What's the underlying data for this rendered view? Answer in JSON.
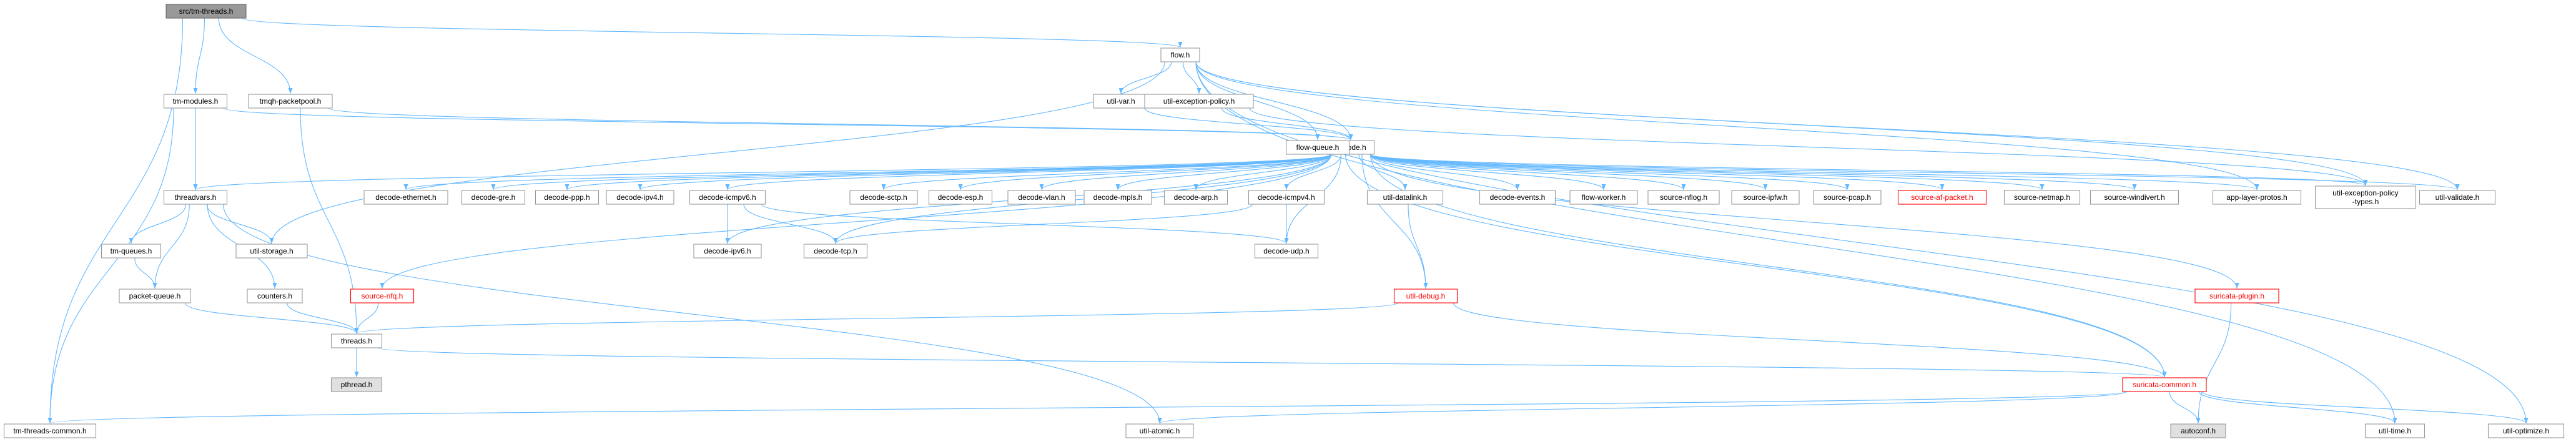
{
  "graph": {
    "colors": {
      "edge": "#63b8ff",
      "node_fill": "#ffffff",
      "node_stroke": "#999999",
      "node_text": "#000000",
      "highlight_fill": "#999999",
      "missing_stroke": "#ff0000",
      "missing_text": "#ff0000",
      "external_fill": "#e0e0e0"
    },
    "nodes": [
      {
        "id": "tm-threads",
        "label": "src/tm-threads.h",
        "kind": "root"
      },
      {
        "id": "flow",
        "label": "flow.h"
      },
      {
        "id": "tm-modules",
        "label": "tm-modules.h"
      },
      {
        "id": "tmqh-packetpool",
        "label": "tmqh-packetpool.h"
      },
      {
        "id": "util-var",
        "label": "util-var.h"
      },
      {
        "id": "util-exception-policy",
        "label": "util-exception-policy.h"
      },
      {
        "id": "decode",
        "label": "decode.h"
      },
      {
        "id": "flow-queue",
        "label": "flow-queue.h"
      },
      {
        "id": "threadvars",
        "label": "threadvars.h"
      },
      {
        "id": "decode-ethernet",
        "label": "decode-ethernet.h"
      },
      {
        "id": "decode-gre",
        "label": "decode-gre.h"
      },
      {
        "id": "decode-ppp",
        "label": "decode-ppp.h"
      },
      {
        "id": "decode-ipv4",
        "label": "decode-ipv4.h"
      },
      {
        "id": "decode-icmpv6",
        "label": "decode-icmpv6.h"
      },
      {
        "id": "decode-sctp",
        "label": "decode-sctp.h"
      },
      {
        "id": "decode-esp",
        "label": "decode-esp.h"
      },
      {
        "id": "decode-vlan",
        "label": "decode-vlan.h"
      },
      {
        "id": "decode-mpls",
        "label": "decode-mpls.h"
      },
      {
        "id": "decode-arp",
        "label": "decode-arp.h"
      },
      {
        "id": "decode-icmpv4",
        "label": "decode-icmpv4.h"
      },
      {
        "id": "util-datalink",
        "label": "util-datalink.h"
      },
      {
        "id": "decode-events",
        "label": "decode-events.h"
      },
      {
        "id": "flow-worker",
        "label": "flow-worker.h"
      },
      {
        "id": "source-nflog",
        "label": "source-nflog.h"
      },
      {
        "id": "source-ipfw",
        "label": "source-ipfw.h"
      },
      {
        "id": "source-pcap",
        "label": "source-pcap.h"
      },
      {
        "id": "source-af-packet",
        "label": "source-af-packet.h",
        "kind": "missing"
      },
      {
        "id": "source-netmap",
        "label": "source-netmap.h"
      },
      {
        "id": "source-windivert",
        "label": "source-windivert.h"
      },
      {
        "id": "app-layer-protos",
        "label": "app-layer-protos.h"
      },
      {
        "id": "util-exception-policy-types",
        "label": "util-exception-policy\n-types.h"
      },
      {
        "id": "util-validate",
        "label": "util-validate.h"
      },
      {
        "id": "tm-queues",
        "label": "tm-queues.h"
      },
      {
        "id": "util-storage",
        "label": "util-storage.h"
      },
      {
        "id": "decode-ipv6",
        "label": "decode-ipv6.h"
      },
      {
        "id": "decode-tcp",
        "label": "decode-tcp.h"
      },
      {
        "id": "decode-udp",
        "label": "decode-udp.h"
      },
      {
        "id": "packet-queue",
        "label": "packet-queue.h"
      },
      {
        "id": "counters",
        "label": "counters.h"
      },
      {
        "id": "source-nfq",
        "label": "source-nfq.h",
        "kind": "missing"
      },
      {
        "id": "util-debug",
        "label": "util-debug.h",
        "kind": "missing"
      },
      {
        "id": "suricata-plugin",
        "label": "suricata-plugin.h",
        "kind": "missing"
      },
      {
        "id": "threads",
        "label": "threads.h"
      },
      {
        "id": "pthread",
        "label": "pthread.h",
        "kind": "external"
      },
      {
        "id": "suricata-common",
        "label": "suricata-common.h",
        "kind": "missing"
      },
      {
        "id": "tm-threads-common",
        "label": "tm-threads-common.h"
      },
      {
        "id": "util-atomic",
        "label": "util-atomic.h"
      },
      {
        "id": "autoconf",
        "label": "autoconf.h",
        "kind": "external"
      },
      {
        "id": "util-time",
        "label": "util-time.h"
      },
      {
        "id": "util-optimize",
        "label": "util-optimize.h"
      }
    ],
    "edges": [
      [
        "tm-threads",
        "flow"
      ],
      [
        "tm-threads",
        "tm-modules"
      ],
      [
        "tm-threads",
        "tmqh-packetpool"
      ],
      [
        "tm-threads",
        "tm-threads-common"
      ],
      [
        "flow",
        "util-var"
      ],
      [
        "flow",
        "util-exception-policy"
      ],
      [
        "flow",
        "decode"
      ],
      [
        "flow",
        "flow-queue"
      ],
      [
        "flow",
        "app-layer-protos"
      ],
      [
        "flow",
        "util-exception-policy-types"
      ],
      [
        "flow",
        "util-validate"
      ],
      [
        "flow",
        "util-storage"
      ],
      [
        "flow",
        "util-time"
      ],
      [
        "flow",
        "util-optimize"
      ],
      [
        "tm-modules",
        "decode"
      ],
      [
        "tm-modules",
        "threadvars"
      ],
      [
        "tm-modules",
        "tm-threads-common"
      ],
      [
        "tmqh-packetpool",
        "decode"
      ],
      [
        "tmqh-packetpool",
        "threads"
      ],
      [
        "util-var",
        "decode"
      ],
      [
        "util-exception-policy",
        "decode"
      ],
      [
        "util-exception-policy",
        "util-exception-policy-types"
      ],
      [
        "flow-queue",
        "suricata-common"
      ],
      [
        "decode",
        "threadvars"
      ],
      [
        "decode",
        "decode-ethernet"
      ],
      [
        "decode",
        "decode-gre"
      ],
      [
        "decode",
        "decode-ppp"
      ],
      [
        "decode",
        "decode-ipv4"
      ],
      [
        "decode",
        "decode-icmpv6"
      ],
      [
        "decode",
        "decode-sctp"
      ],
      [
        "decode",
        "decode-esp"
      ],
      [
        "decode",
        "decode-vlan"
      ],
      [
        "decode",
        "decode-mpls"
      ],
      [
        "decode",
        "decode-arp"
      ],
      [
        "decode",
        "decode-icmpv4"
      ],
      [
        "decode",
        "util-datalink"
      ],
      [
        "decode",
        "decode-events"
      ],
      [
        "decode",
        "flow-worker"
      ],
      [
        "decode",
        "source-nflog"
      ],
      [
        "decode",
        "source-ipfw"
      ],
      [
        "decode",
        "source-pcap"
      ],
      [
        "decode",
        "source-af-packet"
      ],
      [
        "decode",
        "source-netmap"
      ],
      [
        "decode",
        "source-windivert"
      ],
      [
        "decode",
        "app-layer-protos"
      ],
      [
        "decode",
        "util-exception-policy-types"
      ],
      [
        "decode",
        "util-validate"
      ],
      [
        "decode",
        "decode-ipv6"
      ],
      [
        "decode",
        "decode-tcp"
      ],
      [
        "decode",
        "decode-udp"
      ],
      [
        "decode",
        "source-nfq"
      ],
      [
        "decode",
        "util-debug"
      ],
      [
        "decode",
        "suricata-plugin"
      ],
      [
        "decode",
        "suricata-common"
      ],
      [
        "threadvars",
        "tm-queues"
      ],
      [
        "threadvars",
        "util-storage"
      ],
      [
        "threadvars",
        "packet-queue"
      ],
      [
        "threadvars",
        "counters"
      ],
      [
        "threadvars",
        "util-atomic"
      ],
      [
        "tm-queues",
        "packet-queue"
      ],
      [
        "packet-queue",
        "threads"
      ],
      [
        "counters",
        "threads"
      ],
      [
        "decode-icmpv6",
        "decode-ipv6"
      ],
      [
        "decode-icmpv6",
        "decode-tcp"
      ],
      [
        "decode-icmpv6",
        "decode-udp"
      ],
      [
        "decode-icmpv4",
        "decode-tcp"
      ],
      [
        "decode-icmpv4",
        "decode-udp"
      ],
      [
        "util-datalink",
        "util-debug"
      ],
      [
        "source-nfq",
        "threads"
      ],
      [
        "util-debug",
        "threads"
      ],
      [
        "util-debug",
        "suricata-common"
      ],
      [
        "suricata-plugin",
        "autoconf"
      ],
      [
        "threads",
        "pthread"
      ],
      [
        "threads",
        "suricata-common"
      ],
      [
        "suricata-common",
        "tm-threads-common"
      ],
      [
        "suricata-common",
        "util-atomic"
      ],
      [
        "suricata-common",
        "autoconf"
      ],
      [
        "suricata-common",
        "util-time"
      ],
      [
        "suricata-common",
        "util-optimize"
      ]
    ]
  }
}
